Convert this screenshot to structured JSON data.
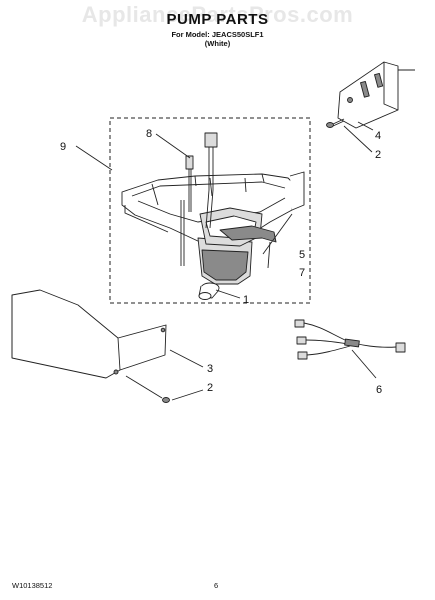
{
  "watermark": "AppliancePartsPros.com",
  "header": {
    "title": "PUMP PARTS",
    "model_line": "For Model: JEACS50SLF1",
    "color_line": "(White)"
  },
  "callouts": [
    "1",
    "2",
    "2",
    "3",
    "4",
    "5",
    "6",
    "7",
    "8",
    "9"
  ],
  "footer": {
    "doc_number": "W10138512",
    "page_number": "6"
  }
}
